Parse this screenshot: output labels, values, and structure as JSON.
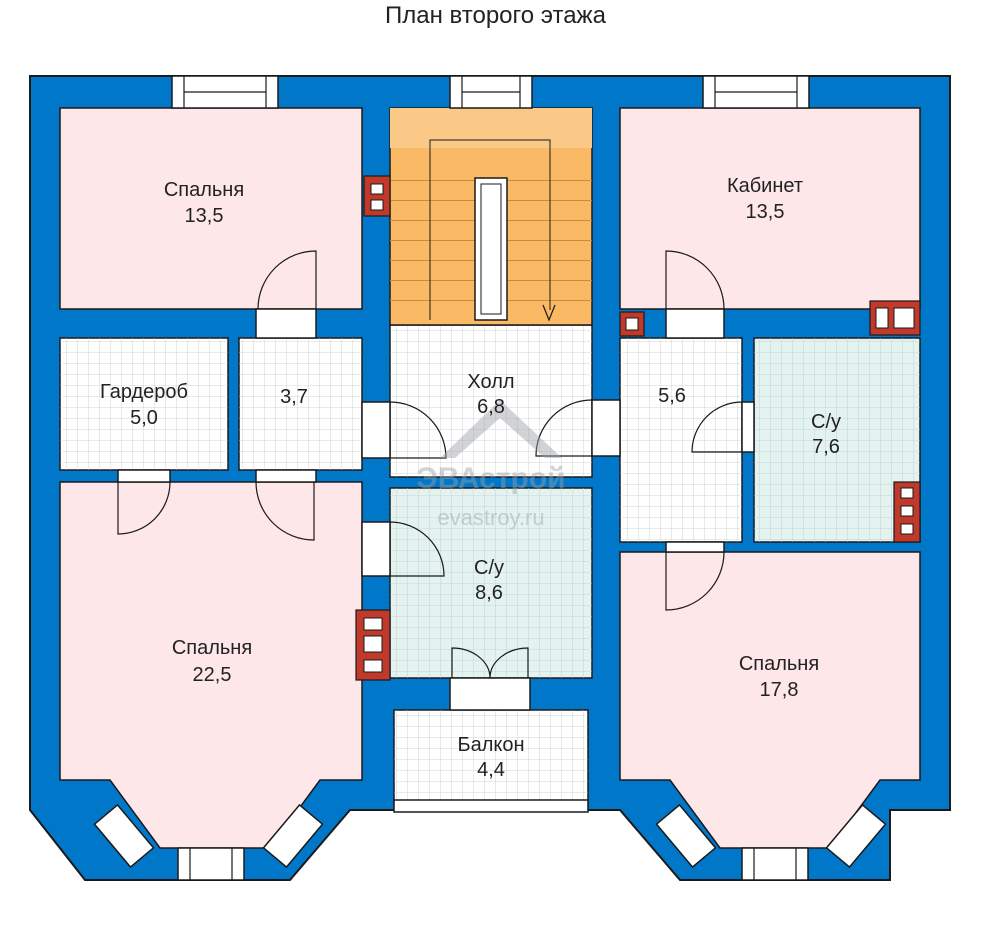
{
  "title": "План второго этажа",
  "colors": {
    "wall": "#0077c8",
    "outline": "#1a1a1a",
    "bedroom": "#fde7e9",
    "bathroom": "#e3f3f0",
    "tile": "#ffffff",
    "stairs": "#f9b965",
    "chimney": "#c0392b",
    "watermark": "#9aa0a6"
  },
  "rooms": [
    {
      "id": "bedroom-nw",
      "name": "Спальня",
      "area": "13,5"
    },
    {
      "id": "wardrobe",
      "name": "Гардероб",
      "area": "5,0"
    },
    {
      "id": "closet",
      "name": "",
      "area": "3,7"
    },
    {
      "id": "hall",
      "name": "Холл",
      "area": "6,8"
    },
    {
      "id": "cabinet",
      "name": "Кабинет",
      "area": "13,5"
    },
    {
      "id": "storage",
      "name": "",
      "area": "5,6"
    },
    {
      "id": "bath-e",
      "name": "С/у",
      "area": "7,6"
    },
    {
      "id": "bath-c",
      "name": "С/у",
      "area": "8,6"
    },
    {
      "id": "bedroom-sw",
      "name": "Спальня",
      "area": "22,5"
    },
    {
      "id": "bedroom-se",
      "name": "Спальня",
      "area": "17,8"
    },
    {
      "id": "balcony",
      "name": "Балкон",
      "area": "4,4"
    }
  ],
  "watermark": {
    "line1": "ЭВАстрой",
    "line2": "evastroy.ru"
  }
}
